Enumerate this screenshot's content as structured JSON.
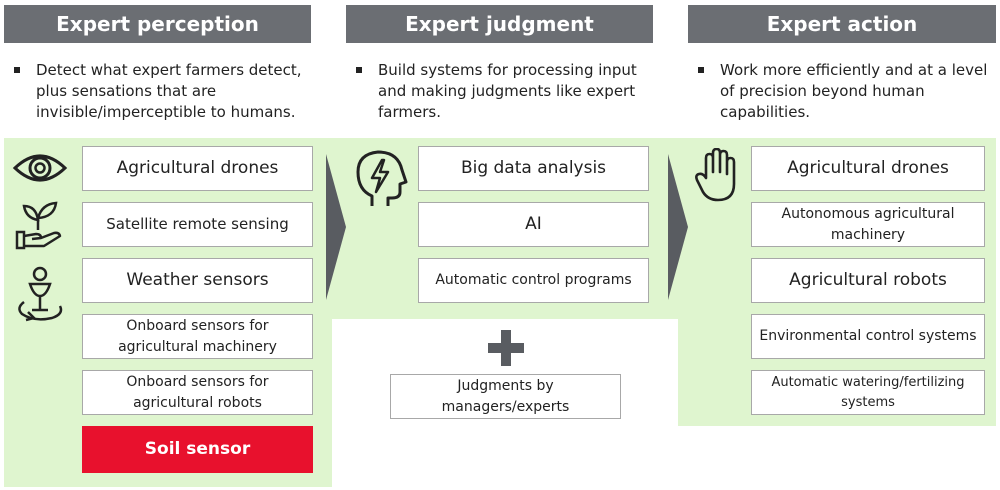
{
  "columns": [
    {
      "header": "Expert perception",
      "bullet": "Detect what expert farmers detect, plus sensations that are invisible/imperceptible to humans.",
      "items": [
        "Agricultural drones",
        "Satellite remote sensing",
        "Weather sensors",
        "Onboard sensors for agricultural machinery",
        "Onboard sensors for agricultural robots",
        "Soil sensor"
      ]
    },
    {
      "header": "Expert judgment",
      "bullet": "Build systems for processing input and making judgments like expert farmers.",
      "items": [
        "Big data analysis",
        "AI",
        "Automatic control programs"
      ],
      "plus_item": "Judgments by managers/experts"
    },
    {
      "header": "Expert action",
      "bullet": "Work more efficiently and at a level of precision beyond human capabilities.",
      "items": [
        "Agricultural drones",
        "Autonomous agricultural machinery",
        "Agricultural robots",
        "Environmental control systems",
        "Automatic watering/fertilizing systems"
      ]
    }
  ],
  "colors": {
    "header_bg": "#6b6e73",
    "panel_bg": "#dff5cf",
    "highlight": "#e8112d",
    "arrow": "#595c61",
    "plus": "#595c61"
  },
  "icons": [
    "eye-icon",
    "plant-hand-icon",
    "weather-person-icon",
    "brain-bolt-icon",
    "hand-icon",
    "plus-icon"
  ]
}
